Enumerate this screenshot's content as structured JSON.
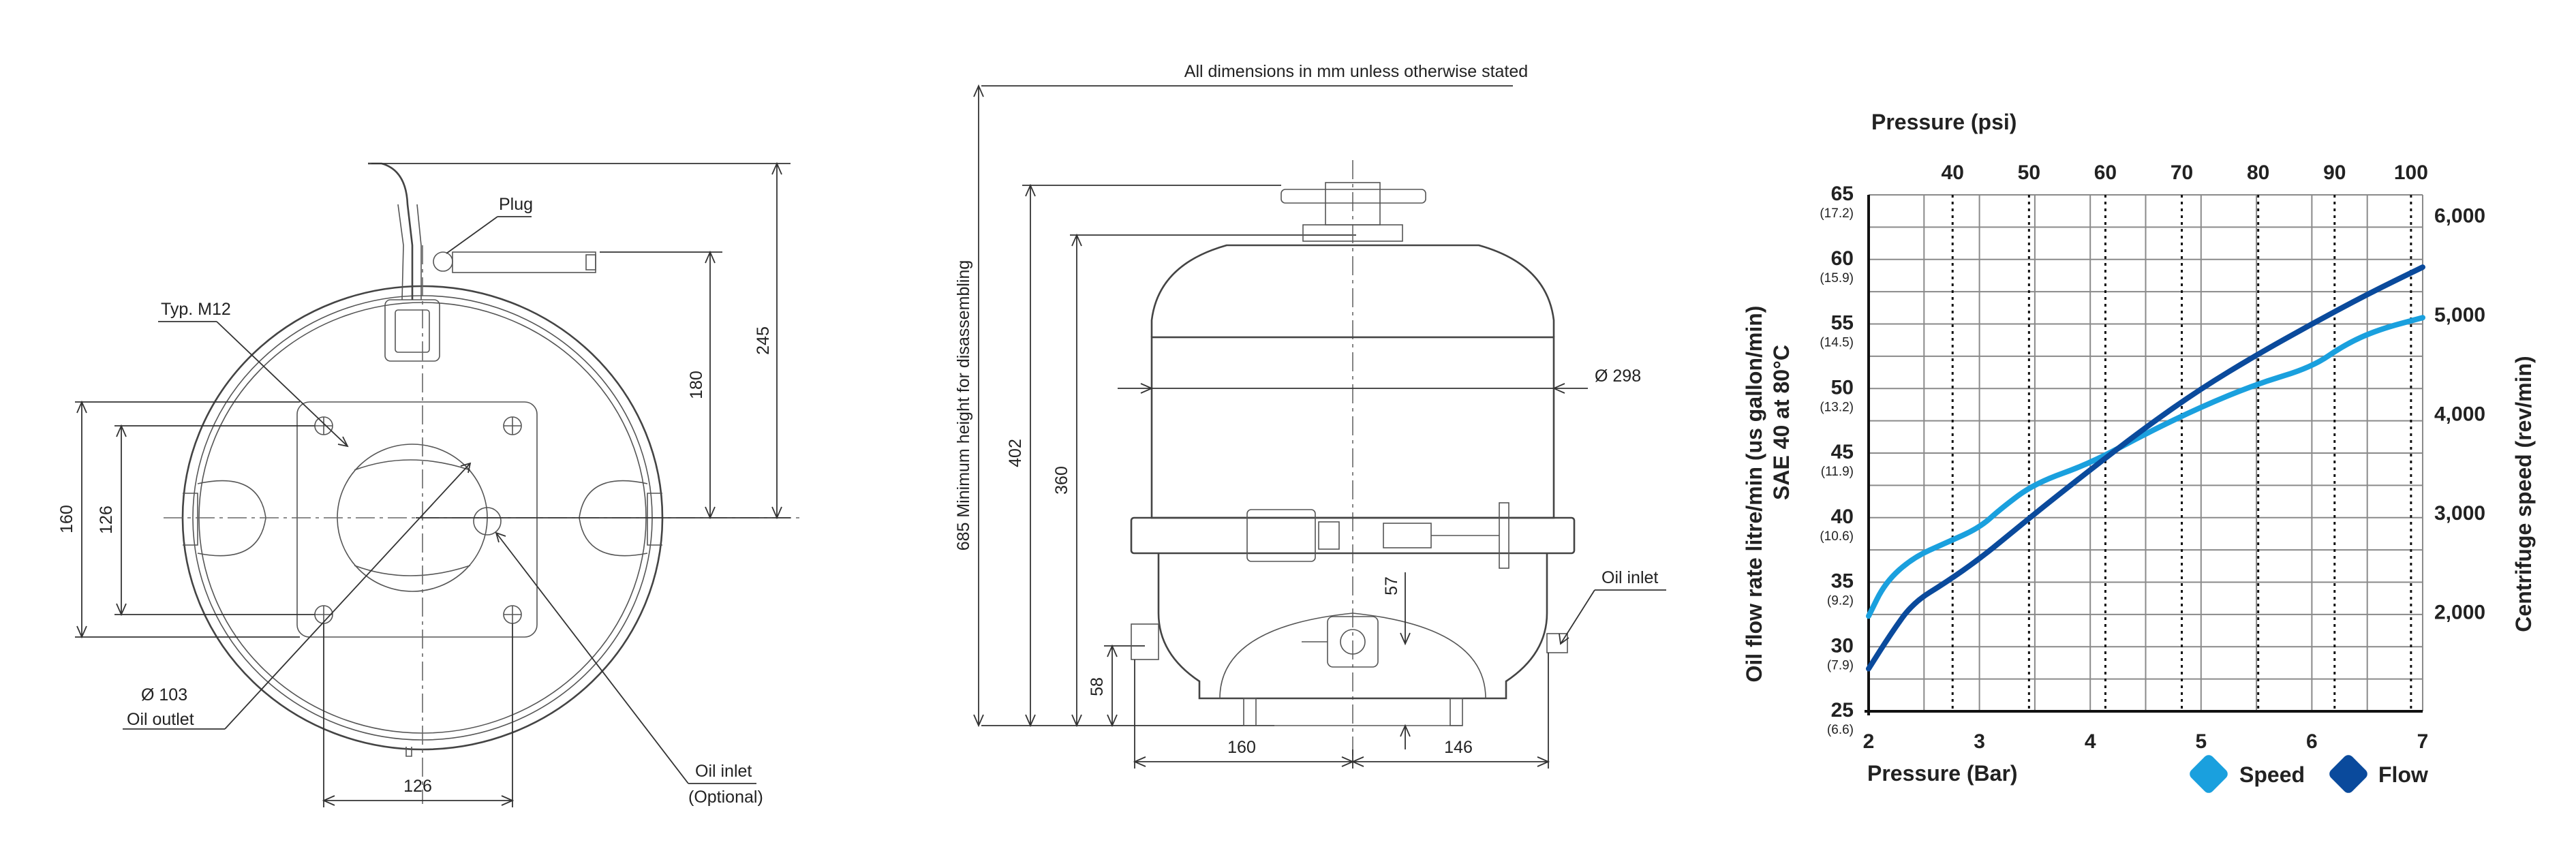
{
  "front_view": {
    "plug_label": "Plug",
    "m12_label": "Typ. M12",
    "dim_245": "245",
    "dim_180": "180",
    "dim_160": "160",
    "dim_126_v": "126",
    "dim_126_h": "126",
    "oil_outlet_dia": "Ø 103",
    "oil_outlet_label": "Oil outlet",
    "oil_inlet_label": "Oil inlet",
    "oil_inlet_sub": "(Optional)"
  },
  "side_view": {
    "note": "All dimensions in mm unless otherwise stated",
    "dim_685": "685 Minimum height for disassembling",
    "dim_402": "402",
    "dim_360": "360",
    "dim_58": "58",
    "dim_57": "57",
    "dim_298": "Ø 298",
    "dim_160": "160",
    "dim_146": "146",
    "oil_inlet_label": "Oil inlet"
  },
  "chart_data": {
    "type": "line",
    "x_label": "Pressure (Bar)",
    "x_top_label": "Pressure (psi)",
    "y_label_line1": "Oil flow rate litre/min (us gallon/min)",
    "y_label_line2": "SAE 40 at 80°C",
    "y2_label": "Centrifuge speed (rev/min)",
    "x_range": [
      2,
      7
    ],
    "x_ticks": [
      "2",
      "3",
      "4",
      "5",
      "6",
      "7"
    ],
    "top_ticks": [
      {
        "psi": 40,
        "label": "40"
      },
      {
        "psi": 50,
        "label": "50"
      },
      {
        "psi": 60,
        "label": "60"
      },
      {
        "psi": 70,
        "label": "70"
      },
      {
        "psi": 80,
        "label": "80"
      },
      {
        "psi": 90,
        "label": "90"
      },
      {
        "psi": 100,
        "label": "100"
      }
    ],
    "y_range": [
      25,
      65
    ],
    "y_ticks": [
      {
        "v": 25,
        "label": "25",
        "sub": "(6.6)"
      },
      {
        "v": 30,
        "label": "30",
        "sub": "(7.9)"
      },
      {
        "v": 35,
        "label": "35",
        "sub": "(9.2)"
      },
      {
        "v": 40,
        "label": "40",
        "sub": "(10.6)"
      },
      {
        "v": 45,
        "label": "45",
        "sub": "(11.9)"
      },
      {
        "v": 50,
        "label": "50",
        "sub": "(13.2)"
      },
      {
        "v": 55,
        "label": "55",
        "sub": "(14.5)"
      },
      {
        "v": 60,
        "label": "60",
        "sub": "(15.9)"
      },
      {
        "v": 65,
        "label": "65",
        "sub": "(17.2)"
      }
    ],
    "y2_ticks": [
      {
        "v": 2000,
        "label": "2,000"
      },
      {
        "v": 3000,
        "label": "3,000"
      },
      {
        "v": 4000,
        "label": "4,000"
      },
      {
        "v": 5000,
        "label": "5,000"
      },
      {
        "v": 6000,
        "label": "6,000"
      }
    ],
    "y2_range": [
      1000,
      6000
    ],
    "grid": true,
    "series": [
      {
        "name": "Speed",
        "color": "#1aa0de",
        "axis": "right",
        "x": [
          2.0,
          2.15,
          2.4,
          2.7,
          3.0,
          3.2,
          3.5,
          4.0,
          4.5,
          5.0,
          5.5,
          6.0,
          6.3,
          6.6,
          7.0
        ],
        "y": [
          1960,
          2300,
          2550,
          2700,
          2850,
          3050,
          3300,
          3500,
          3800,
          4070,
          4300,
          4470,
          4700,
          4850,
          4970
        ]
      },
      {
        "name": "Flow",
        "color": "#0a4a9c",
        "axis": "left",
        "x": [
          2.0,
          2.2,
          2.4,
          2.7,
          3.0,
          3.3,
          3.6,
          4.0,
          4.5,
          5.0,
          5.5,
          6.0,
          6.5,
          7.0
        ],
        "y": [
          28.3,
          31.0,
          33.4,
          35.0,
          36.8,
          38.9,
          41.0,
          43.7,
          47.0,
          50.0,
          52.6,
          55.0,
          57.3,
          59.4
        ]
      }
    ],
    "legend": [
      "Speed",
      "Flow"
    ]
  }
}
